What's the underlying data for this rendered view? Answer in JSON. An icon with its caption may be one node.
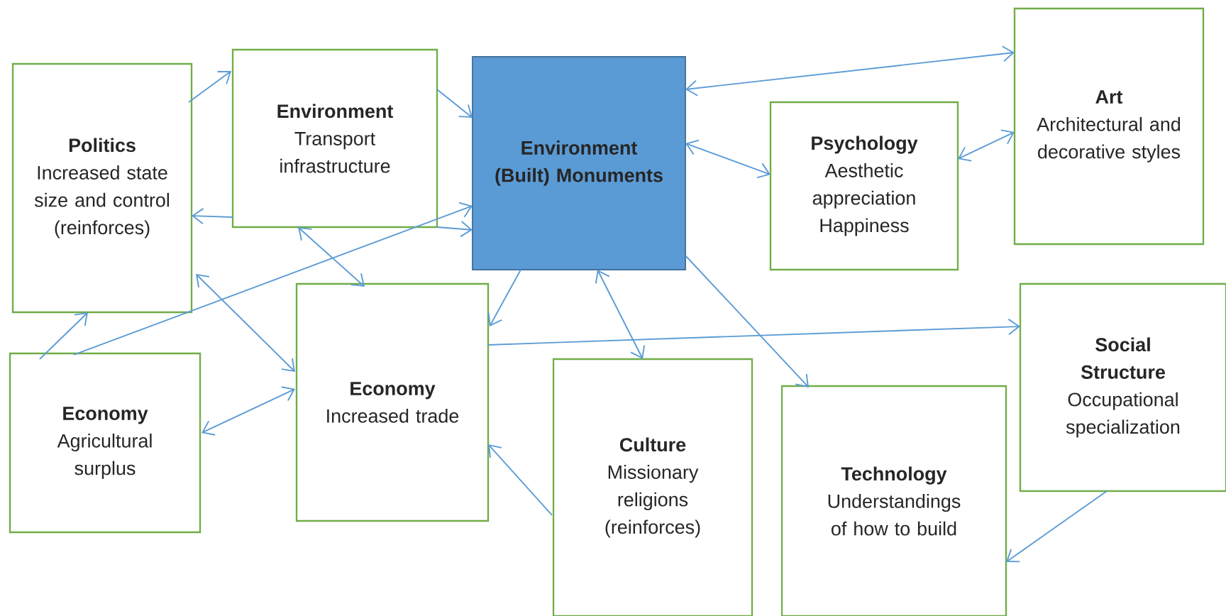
{
  "diagram": {
    "nodes": [
      {
        "text": [
          "Politics",
          "Increased state size and control (reinforces)"
        ]
      },
      {
        "text": [
          "Environment",
          "Transport infrastructure"
        ]
      },
      {
        "text": [
          "Environment (Built) Monuments"
        ]
      },
      {
        "text": [
          "Psychology",
          "Aesthetic appreciation Happiness"
        ]
      },
      {
        "text": [
          "Art",
          "Architectural and decorative styles"
        ]
      },
      {
        "text": [
          "Economy",
          "Agricultural surplus"
        ]
      },
      {
        "text": [
          "Economy",
          "Increased trade"
        ]
      },
      {
        "text": [
          "Culture",
          "Missionary religions (reinforces)"
        ]
      },
      {
        "text": [
          "Technology",
          "Understandings of how to build"
        ]
      },
      {
        "text": [
          "Social Structure",
          "Occupational specialization"
        ]
      }
    ],
    "edges": [
      {
        "from": 0,
        "to": 1,
        "arrow": "to"
      },
      {
        "from": 1,
        "to": 0,
        "arrow": "to"
      },
      {
        "from": 1,
        "to": 2,
        "arrow": "to"
      },
      {
        "from": 1,
        "to": 2,
        "arrow": "to"
      },
      {
        "from": 5,
        "to": 2,
        "arrow": "to"
      },
      {
        "from": 5,
        "to": 0,
        "arrow": "to"
      },
      {
        "from": 1,
        "to": 6,
        "arrow": "both"
      },
      {
        "from": 0,
        "to": 6,
        "arrow": "both"
      },
      {
        "from": 5,
        "to": 6,
        "arrow": "both"
      },
      {
        "from": 2,
        "to": 6,
        "arrow": "to"
      },
      {
        "from": 2,
        "to": 7,
        "arrow": "both"
      },
      {
        "from": 2,
        "to": 8,
        "arrow": "to"
      },
      {
        "from": 2,
        "to": 3,
        "arrow": "both"
      },
      {
        "from": 2,
        "to": 4,
        "arrow": "both"
      },
      {
        "from": 3,
        "to": 4,
        "arrow": "both"
      },
      {
        "from": 6,
        "to": 9,
        "arrow": "to"
      },
      {
        "from": 7,
        "to": 6,
        "arrow": "to"
      },
      {
        "from": 9,
        "to": 8,
        "arrow": "to"
      }
    ]
  }
}
